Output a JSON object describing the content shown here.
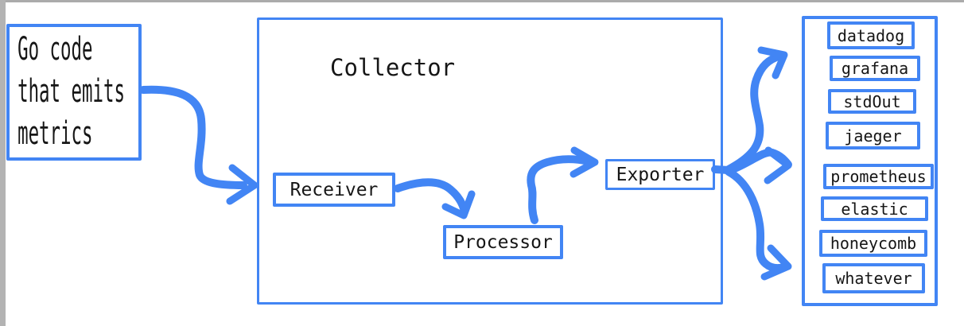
{
  "accent_color": "#4285f4",
  "canvas_bg": "#ffffff",
  "source_box": {
    "lines": [
      "Go code",
      "that emits",
      "metrics"
    ]
  },
  "collector": {
    "title": "Collector",
    "components": [
      {
        "label": "Receiver"
      },
      {
        "label": "Processor"
      },
      {
        "label": "Exporter"
      }
    ]
  },
  "destinations": {
    "items": [
      {
        "label": "datadog"
      },
      {
        "label": "grafana"
      },
      {
        "label": "stdOut"
      },
      {
        "label": "jaeger"
      },
      {
        "label": "prometheus"
      },
      {
        "label": "elastic"
      },
      {
        "label": "honeycomb"
      },
      {
        "label": "whatever"
      }
    ]
  },
  "connections": [
    {
      "from": "go-code",
      "to": "collector"
    },
    {
      "from": "receiver",
      "to": "processor"
    },
    {
      "from": "processor",
      "to": "exporter"
    },
    {
      "from": "exporter",
      "to": "destinations-top"
    },
    {
      "from": "exporter",
      "to": "destinations-middle"
    },
    {
      "from": "exporter",
      "to": "destinations-bottom"
    }
  ]
}
